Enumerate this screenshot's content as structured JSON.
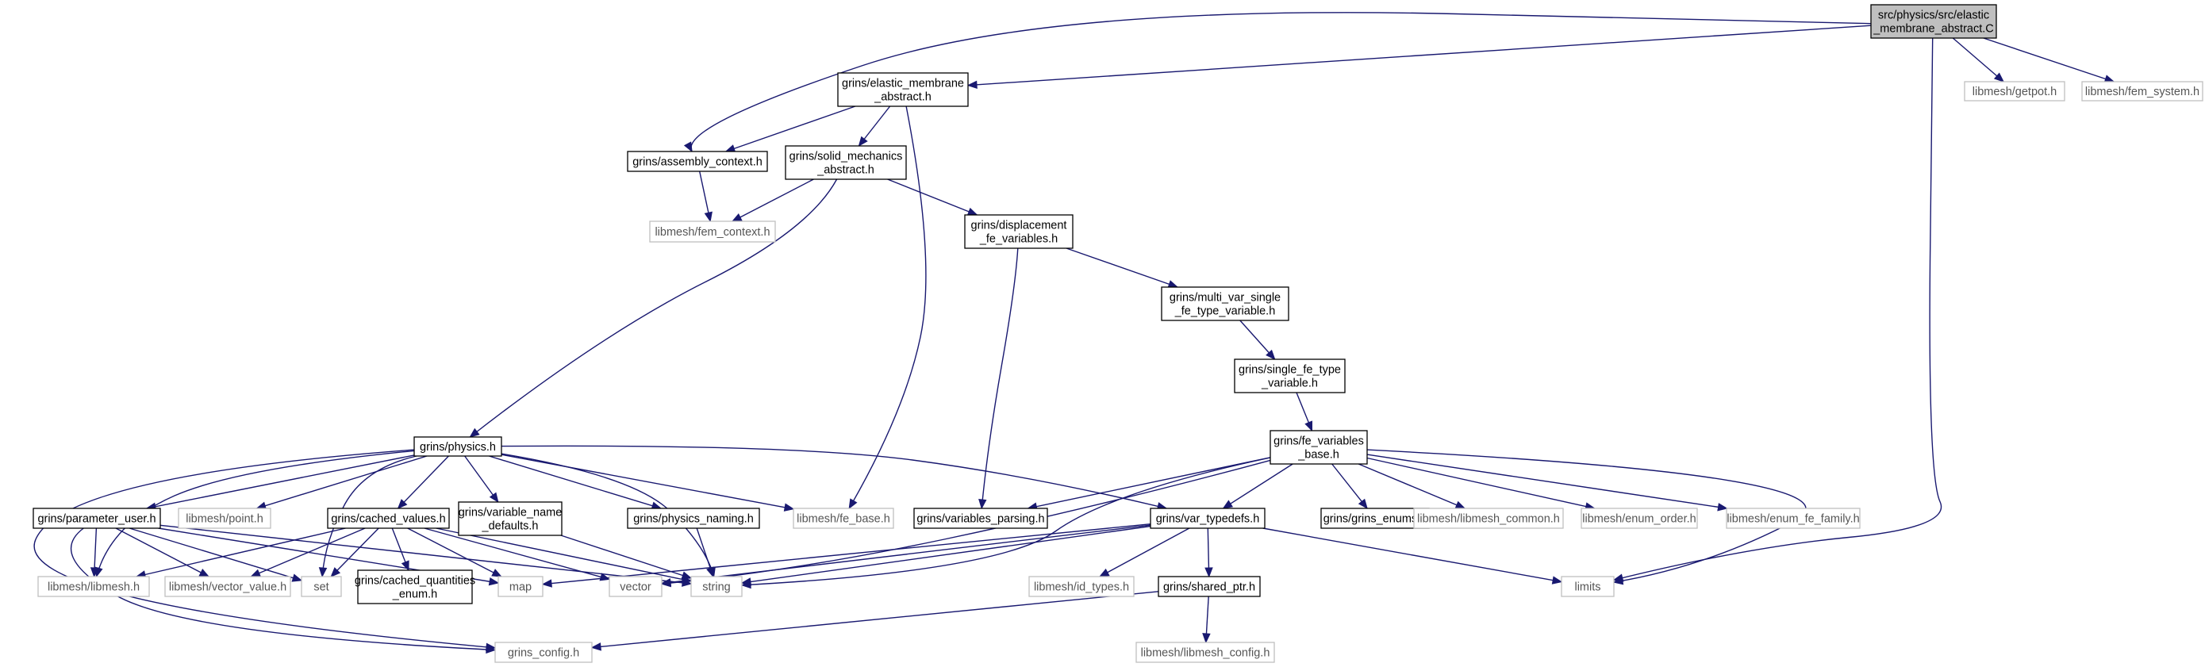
{
  "nodes": {
    "root": [
      "src/physics/src/elastic",
      "_membrane_abstract.C"
    ],
    "elastic_membrane_abstract": [
      "grins/elastic_membrane",
      "_abstract.h"
    ],
    "assembly_context": [
      "grins/assembly_context.h"
    ],
    "solid_mechanics_abstract": [
      "grins/solid_mechanics",
      "_abstract.h"
    ],
    "fem_context": [
      "libmesh/fem_context.h"
    ],
    "displacement_fe_variables": [
      "grins/displacement",
      "_fe_variables.h"
    ],
    "multi_var_single": [
      "grins/multi_var_single",
      "_fe_type_variable.h"
    ],
    "single_fe_type": [
      "grins/single_fe_type",
      "_variable.h"
    ],
    "fe_variables_base": [
      "grins/fe_variables",
      "_base.h"
    ],
    "physics": [
      "grins/physics.h"
    ],
    "getpot": [
      "libmesh/getpot.h"
    ],
    "fem_system": [
      "libmesh/fem_system.h"
    ],
    "parameter_user": [
      "grins/parameter_user.h"
    ],
    "point": [
      "libmesh/point.h"
    ],
    "cached_values": [
      "grins/cached_values.h"
    ],
    "variable_name_defaults": [
      "grins/variable_name",
      "_defaults.h"
    ],
    "physics_naming": [
      "grins/physics_naming.h"
    ],
    "fe_base": [
      "libmesh/fe_base.h"
    ],
    "variables_parsing": [
      "grins/variables_parsing.h"
    ],
    "var_typedefs": [
      "grins/var_typedefs.h"
    ],
    "grins_enums": [
      "grins/grins_enums.h"
    ],
    "libmesh_common": [
      "libmesh/libmesh_common.h"
    ],
    "enum_order": [
      "libmesh/enum_order.h"
    ],
    "enum_fe_family": [
      "libmesh/enum_fe_family.h"
    ],
    "libmesh": [
      "libmesh/libmesh.h"
    ],
    "vector_value": [
      "libmesh/vector_value.h"
    ],
    "set": [
      "set"
    ],
    "cached_quantities_enum": [
      "grins/cached_quantities",
      "_enum.h"
    ],
    "map": [
      "map"
    ],
    "vector": [
      "vector"
    ],
    "string": [
      "string"
    ],
    "id_types": [
      "libmesh/id_types.h"
    ],
    "shared_ptr": [
      "grins/shared_ptr.h"
    ],
    "limits": [
      "limits"
    ],
    "grins_config": [
      "grins_config.h"
    ],
    "libmesh_config": [
      "libmesh/libmesh_config.h"
    ]
  },
  "colors": {
    "edge": "#191970",
    "root_fill": "#bfbfbf",
    "local_border": "#000000",
    "external_border": "#bfbfbf"
  }
}
